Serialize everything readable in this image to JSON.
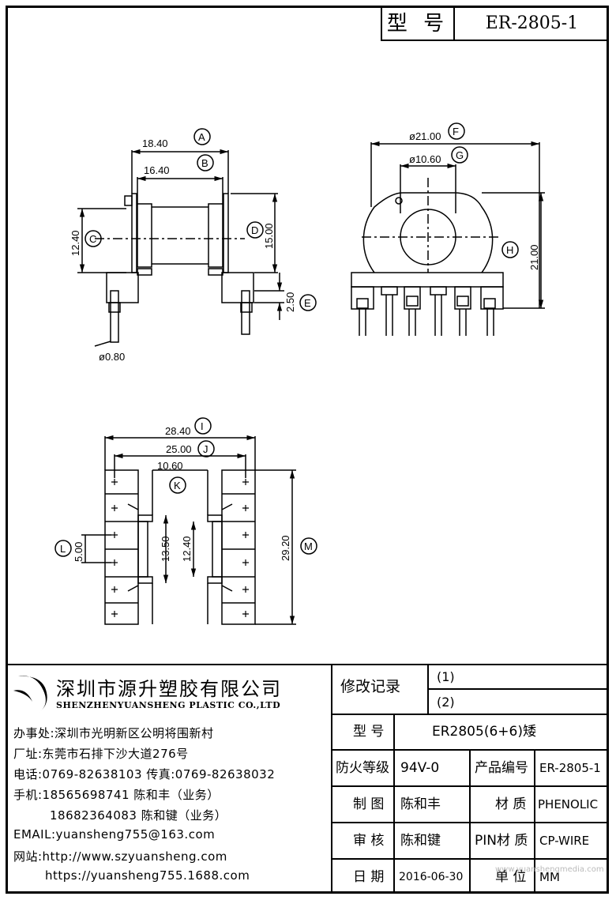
{
  "model_label": "型 号",
  "model_value": "ER-2805-1",
  "dimensions": [
    {
      "id": "A",
      "value": "18.40"
    },
    {
      "id": "B",
      "value": "16.40"
    },
    {
      "id": "C",
      "value": "12.40"
    },
    {
      "id": "D",
      "value": "15.00"
    },
    {
      "id": "E",
      "value": "2.50"
    },
    {
      "id": "pin",
      "value": "ø0.80"
    },
    {
      "id": "F",
      "value": "ø21.00"
    },
    {
      "id": "G",
      "value": "ø10.60"
    },
    {
      "id": "H",
      "value": "21.00"
    },
    {
      "id": "I",
      "value": "28.40"
    },
    {
      "id": "J",
      "value": "25.00"
    },
    {
      "id": "K",
      "value": "10.60"
    },
    {
      "id": "L",
      "value": "5.00"
    },
    {
      "id": "inner1",
      "value": "13.50"
    },
    {
      "id": "inner2",
      "value": "12.40"
    },
    {
      "id": "M",
      "value": "29.20"
    }
  ],
  "company": {
    "name_cn": "深圳市源升塑胶有限公司",
    "name_en": "SHENZHENYUANSHENG PLASTIC CO.,LTD",
    "office": "办事处:深圳市光明新区公明将围新村",
    "factory": "厂址:东莞市石排下沙大道276号",
    "phone": "电话:0769-82638103 传真:0769-82638032",
    "mobile1": "手机:18565698741 陈和丰（业务）",
    "mobile2": "18682364083 陈和键（业务）",
    "email": "EMAIL:yuansheng755@163.com",
    "website": "网站:http://www.szyuansheng.com",
    "shop": "https://yuansheng755.1688.com"
  },
  "revision": {
    "label": "修改记录",
    "rows": [
      "(1)",
      "(2)"
    ]
  },
  "spec": {
    "type_label": "型 号",
    "type_value": "ER2805(6+6)矮",
    "fire_label": "防火等级",
    "fire_value": "94V-0",
    "product_no_label": "产品编号",
    "product_no_value": "ER-2805-1",
    "drawn_label": "制 图",
    "drawn_value": "陈和丰",
    "material_label": "材 质",
    "material_value": "PHENOLIC",
    "review_label": "审 核",
    "review_value": "陈和键",
    "pin_material_label": "PIN材 质",
    "pin_material_value": "CP-WIRE",
    "date_label": "日 期",
    "date_value": "2016-06-30",
    "unit_label": "单 位",
    "unit_value": "MM",
    "watermark": "www.yuanshengmedia.com"
  }
}
